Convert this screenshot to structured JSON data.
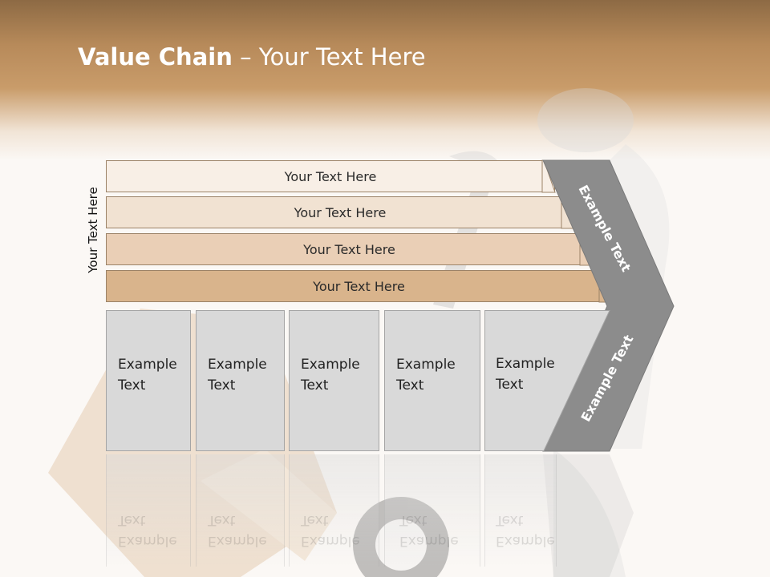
{
  "title": {
    "bold": "Value Chain",
    "rest": " – Your Text Here"
  },
  "side_label": "Your Text Here",
  "bars": [
    {
      "label": "Your Text Here",
      "color": "#f8efe6"
    },
    {
      "label": "Your Text Here",
      "color": "#f1e2d2"
    },
    {
      "label": "Your Text Here",
      "color": "#eacfb6"
    },
    {
      "label": "Your Text Here",
      "color": "#d9b48c"
    }
  ],
  "boxes": [
    {
      "line1": "Example",
      "line2": "Text"
    },
    {
      "line1": "Example",
      "line2": "Text"
    },
    {
      "line1": "Example",
      "line2": "Text"
    },
    {
      "line1": "Example",
      "line2": "Text"
    },
    {
      "line1": "Example",
      "line2": "Text"
    }
  ],
  "chevron": {
    "top_label": "Example Text",
    "bottom_label": "Example Text",
    "color": "#8c8c8c"
  }
}
